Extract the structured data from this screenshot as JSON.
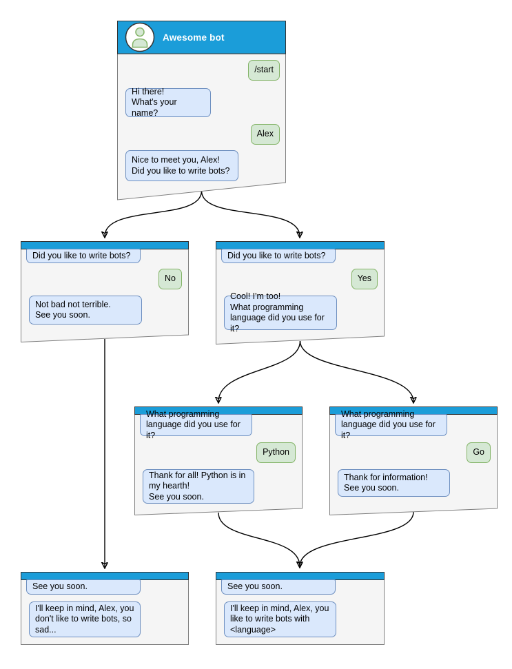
{
  "colors": {
    "header_blue": "#1B9DD9",
    "window_fill": "#F5F5F5",
    "window_border": "#7f7f7f",
    "frame_stroke": "#333333",
    "bot_bubble_fill": "#DAE8FC",
    "bot_bubble_border": "#6C8EBF",
    "user_bubble_fill": "#D5E8D4",
    "user_bubble_border": "#82B366",
    "edge_color": "#000000",
    "title_text": "#FFFFFF"
  },
  "windows": [
    {
      "name": "main",
      "title": "Awesome bot",
      "avatar_icon": "person-icon",
      "messages": [
        {
          "from": "user",
          "text": "/start"
        },
        {
          "from": "bot",
          "text": "Hi there!\nWhat's your name?"
        },
        {
          "from": "user",
          "text": "Alex"
        },
        {
          "from": "bot",
          "text": "Nice to meet you, Alex!\nDid you like to write bots?"
        }
      ]
    },
    {
      "name": "no-branch",
      "messages": [
        {
          "from": "bot",
          "text": "Did you like to write bots?"
        },
        {
          "from": "user",
          "text": "No"
        },
        {
          "from": "bot",
          "text": "Not bad not terrible.\nSee you soon."
        }
      ]
    },
    {
      "name": "yes-branch",
      "messages": [
        {
          "from": "bot",
          "text": "Did you like to write bots?"
        },
        {
          "from": "user",
          "text": "Yes"
        },
        {
          "from": "bot",
          "text": "Cool! I'm too!\nWhat programming\nlanguage did you use for it?"
        }
      ]
    },
    {
      "name": "python-branch",
      "messages": [
        {
          "from": "bot",
          "text": "What programming\nlanguage did you use for it?"
        },
        {
          "from": "user",
          "text": "Python"
        },
        {
          "from": "bot",
          "text": "Thank for all! Python is in\nmy hearth!\nSee you soon."
        }
      ]
    },
    {
      "name": "go-branch",
      "messages": [
        {
          "from": "bot",
          "text": "What programming\nlanguage did you use for it?"
        },
        {
          "from": "user",
          "text": "Go"
        },
        {
          "from": "bot",
          "text": "Thank for information!\nSee you soon."
        }
      ]
    },
    {
      "name": "end-no",
      "messages": [
        {
          "from": "bot",
          "text": "See you soon."
        },
        {
          "from": "bot",
          "text": "I'll keep in mind, Alex, you\ndon't like to write bots, so\nsad..."
        }
      ]
    },
    {
      "name": "end-yes",
      "messages": [
        {
          "from": "bot",
          "text": "See you soon."
        },
        {
          "from": "bot",
          "text": "I'll keep in mind, Alex, you\nlike to write bots with\n<language>"
        }
      ]
    }
  ],
  "edges": [
    {
      "from": "main",
      "to": "no-branch"
    },
    {
      "from": "main",
      "to": "yes-branch"
    },
    {
      "from": "no-branch",
      "to": "end-no"
    },
    {
      "from": "yes-branch",
      "to": "python-branch"
    },
    {
      "from": "yes-branch",
      "to": "go-branch"
    },
    {
      "from": "python-branch",
      "to": "end-yes"
    },
    {
      "from": "go-branch",
      "to": "end-yes"
    }
  ]
}
